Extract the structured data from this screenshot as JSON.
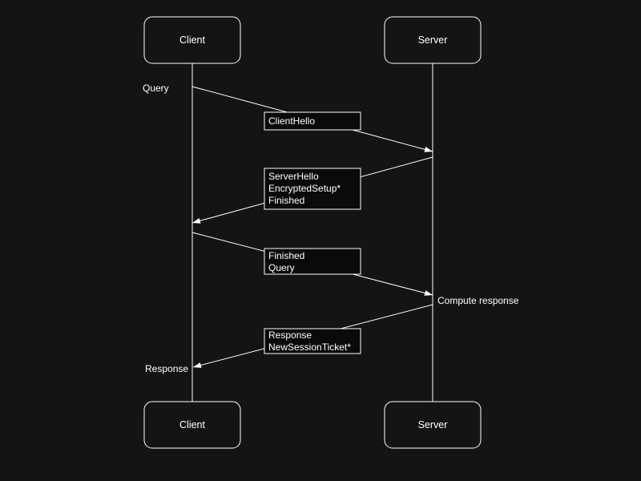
{
  "colors": {
    "background": "#141414",
    "box_fill": "#0a0a0a",
    "line": "#ffffff",
    "text": "#ffffff",
    "green": "#24c424"
  },
  "diagram": {
    "kind": "sequence-diagram",
    "actors": {
      "client": {
        "label": "Client"
      },
      "server": {
        "label": "Server"
      }
    },
    "messages": [
      {
        "from": "client",
        "to": "server",
        "lines": [
          {
            "text": "ClientHello",
            "color": "#ffffff"
          }
        ]
      },
      {
        "from": "server",
        "to": "client",
        "lines": [
          {
            "text": "ServerHello",
            "color": "#ffffff"
          },
          {
            "text": "EncryptedSetup*",
            "color": "#ffffff"
          },
          {
            "text": "Finished",
            "color": "#ffffff"
          }
        ]
      },
      {
        "from": "client",
        "to": "server",
        "lines": [
          {
            "text": "Finished",
            "color": "#ffffff"
          },
          {
            "text": "Query",
            "color": "#24c424"
          }
        ]
      },
      {
        "from": "server",
        "to": "client",
        "lines": [
          {
            "text": "Response",
            "color": "#24c424"
          },
          {
            "text": "NewSessionTicket*",
            "color": "#ffffff"
          }
        ]
      }
    ],
    "annotations": [
      {
        "text": "Query",
        "side": "client-left",
        "color": "#24c424"
      },
      {
        "text": "Compute response",
        "side": "server-right",
        "color": "#24c424"
      },
      {
        "text": "Response",
        "side": "client-left",
        "color": "#24c424"
      }
    ]
  }
}
